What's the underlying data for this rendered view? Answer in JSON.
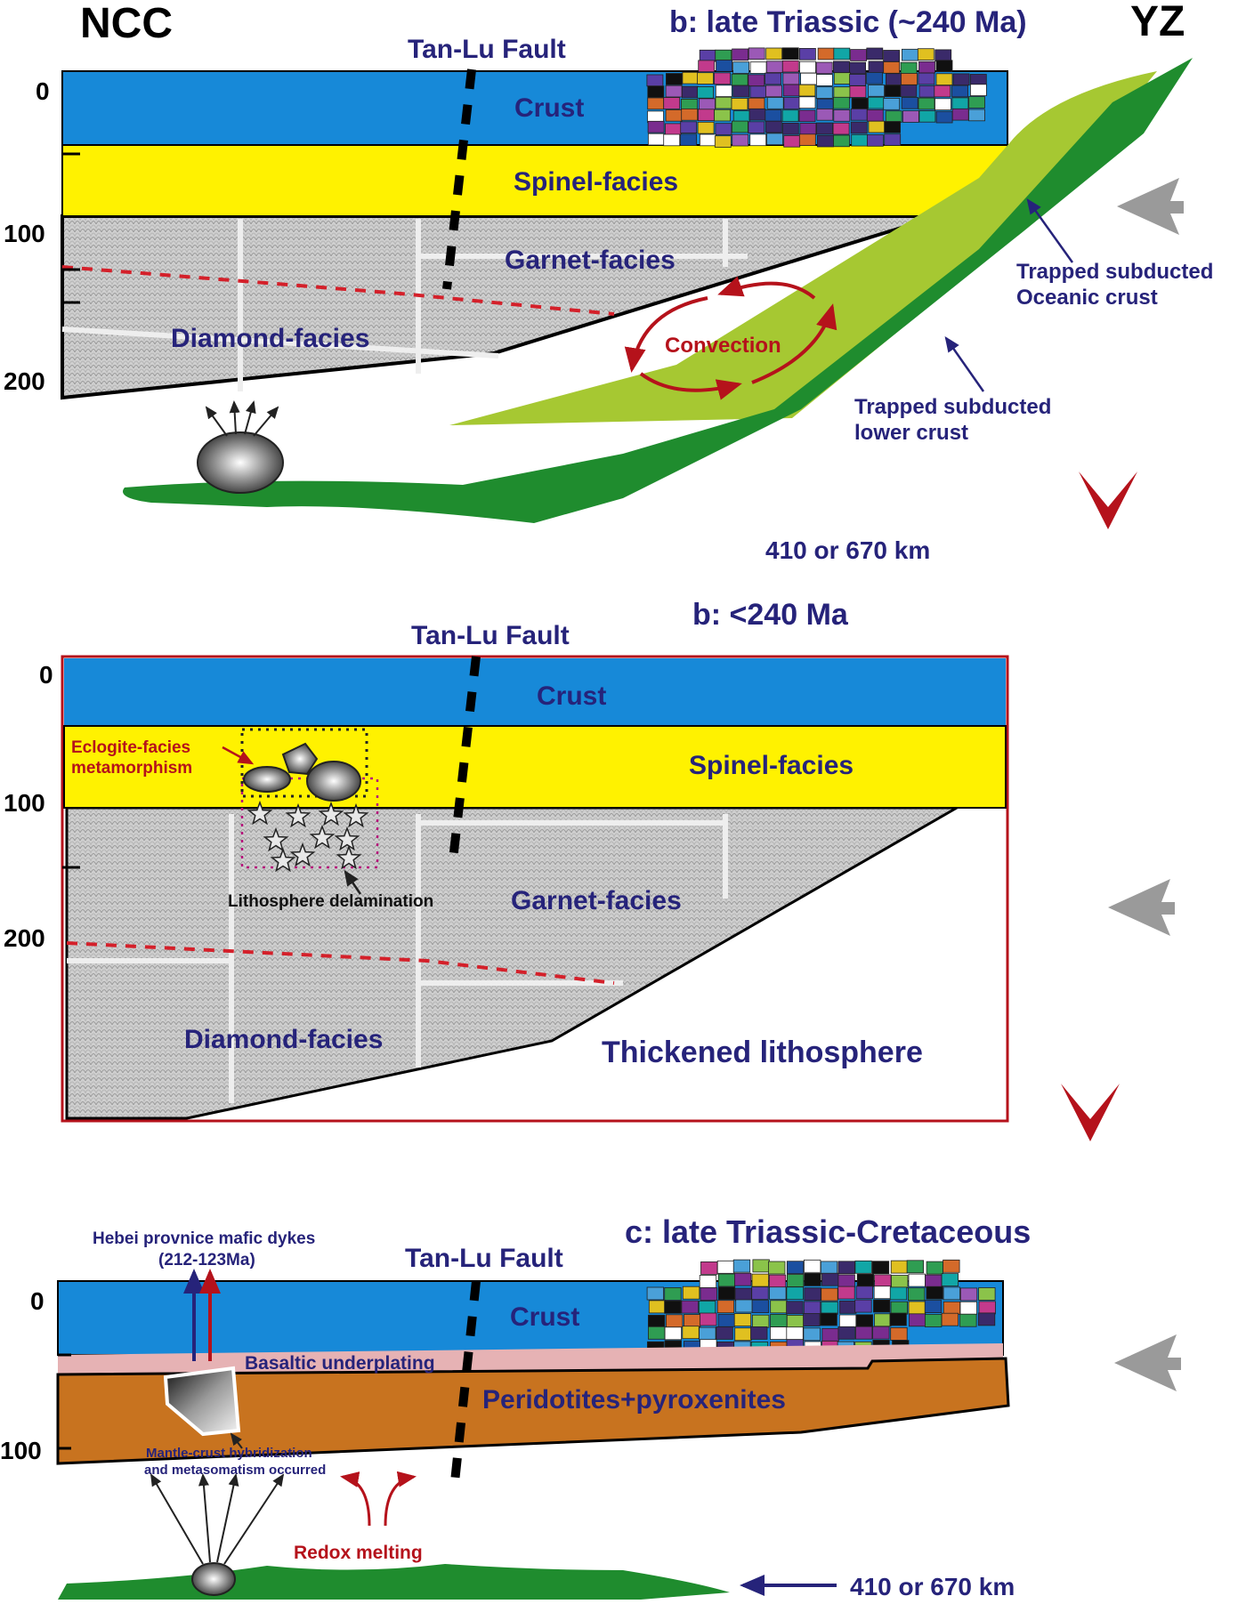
{
  "header": {
    "left_block": "NCC",
    "right_block": "YZ"
  },
  "panel1": {
    "title": "b: late Triassic (~240 Ma)",
    "fault": "Tan-Lu Fault",
    "depth_ticks": [
      "0",
      "100",
      "200"
    ],
    "layers": {
      "crust": "Crust",
      "spinel": "Spinel-facies",
      "garnet": "Garnet-facies",
      "diamond": "Diamond-facies"
    },
    "convection": "Convection",
    "oceanic_crust": [
      "Trapped subducted",
      "Oceanic crust"
    ],
    "lower_crust": [
      "Trapped subducted",
      "lower crust"
    ],
    "depth_note": "410 or 670 km"
  },
  "panel2": {
    "title": "b: <240 Ma",
    "fault": "Tan-Lu Fault",
    "depth_ticks": [
      "0",
      "100",
      "200"
    ],
    "layers": {
      "crust": "Crust",
      "spinel": "Spinel-facies",
      "garnet": "Garnet-facies",
      "diamond": "Diamond-facies"
    },
    "eclogite": [
      "Eclogite-facies",
      "metamorphism"
    ],
    "delamination": "Lithosphere delamination",
    "thickened": "Thickened lithosphere"
  },
  "panel3": {
    "title": "c: late Triassic-Cretaceous",
    "fault": "Tan-Lu Fault",
    "depth_ticks": [
      "0",
      "100"
    ],
    "dykes": [
      "Hebei provnice mafic dykes",
      "(212-123Ma)"
    ],
    "layers": {
      "crust": "Crust",
      "underplating": "Basaltic underplating",
      "peridotite": "Peridotites+pyroxenites"
    },
    "hybrid": [
      "Mantle-crust hybridization",
      "and metasomatism occurred"
    ],
    "redox": "Redox melting",
    "depth_note": "410 or 670 km"
  },
  "colors": {
    "crust": "#1789d8",
    "spinel": "#fff200",
    "garnet_texture": "#c9c9c9",
    "oceanic_crust": "#a6c832",
    "lower_crust": "#1f8c2e",
    "peridotite": "#c8731f",
    "underplating": "#e6b2b4",
    "label_blue": "#26237a",
    "label_red": "#b5121b",
    "arrow_gray": "#9a9a9a"
  }
}
